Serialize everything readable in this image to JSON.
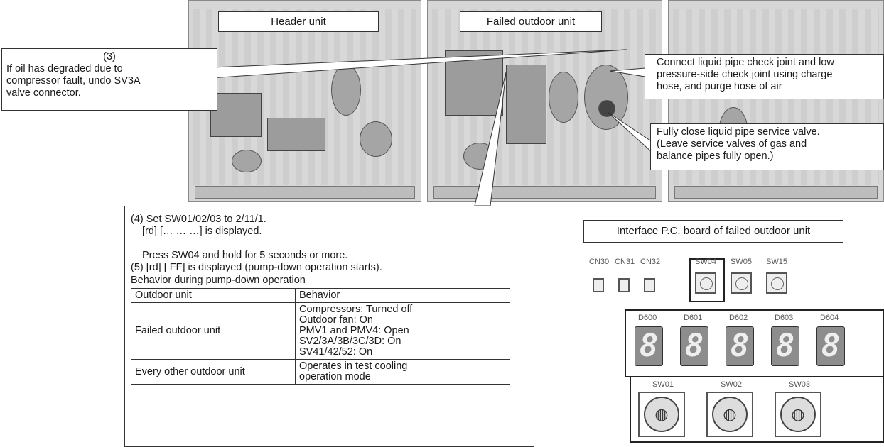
{
  "header_unit_label": "Header unit",
  "failed_unit_label": "Failed outdoor unit",
  "callout_3": {
    "step": "(3)",
    "lines": [
      "If oil has degraded due to",
      "compressor fault, undo SV3A",
      "valve connector."
    ]
  },
  "callout_connect": {
    "lines": [
      "Connect liquid pipe check joint and low",
      "pressure-side check joint using charge",
      "hose, and purge hose of air"
    ]
  },
  "callout_close": {
    "lines": [
      "Fully close liquid pipe service valve.",
      "(Leave service valves of gas and",
      "balance pipes fully open.)"
    ]
  },
  "instructions": {
    "line1": "(4) Set SW01/02/03 to 2/11/1.",
    "line2": "[rd] [… … …] is displayed.",
    "line3": "Press SW04 and hold for 5 seconds or more.",
    "line4": "(5) [rd] [ FF] is displayed (pump-down operation starts).",
    "table_caption": "Behavior during pump-down operation"
  },
  "behavior_table": {
    "headers": [
      "Outdoor unit",
      "Behavior"
    ],
    "rows": [
      {
        "unit": "Failed outdoor unit",
        "behavior": [
          "Compressors: Turned off",
          "Outdoor fan: On",
          "PMV1 and PMV4: Open",
          "SV2/3A/3B/3C/3D: On",
          "SV41/42/52: On"
        ]
      },
      {
        "unit": "Every other outdoor unit",
        "behavior": [
          "Operates in test cooling",
          "operation mode"
        ]
      }
    ]
  },
  "board_title": "Interface P.C. board of failed outdoor unit",
  "board": {
    "connectors": [
      "CN30",
      "CN31",
      "CN32"
    ],
    "push_switches": [
      "SW04",
      "SW05",
      "SW15"
    ],
    "displays": [
      "D600",
      "D601",
      "D602",
      "D603",
      "D604"
    ],
    "display_glyph": "8",
    "rotary_switches": [
      "SW01",
      "SW02",
      "SW03"
    ]
  }
}
